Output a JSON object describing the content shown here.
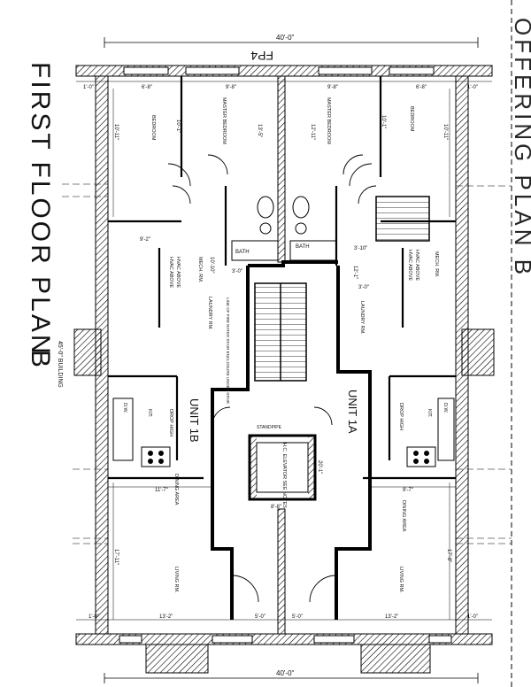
{
  "title": "FIRST FLOOR PLAN",
  "plan_letter": "B",
  "sheet_code": "FP4",
  "edge_text": "OFFERING PLAN B",
  "building_note": "45'-0\" BUILDING",
  "overall_dims": {
    "top": "40'-0\"",
    "bottom": "40'-0\""
  },
  "units": {
    "a": "UNIT 1A",
    "b": "UNIT 1B"
  },
  "rooms": {
    "bedroom_left": "BEDROOM",
    "master_left": "MASTER BEDROOM",
    "master_right": "MASTER BEDROOM",
    "bedroom_right": "BEDROOM",
    "bath_left": "BATH",
    "bath_right": "BATH",
    "mech_left": "MECH. RM.",
    "mech_right": "MECH. RM.",
    "kitchen_left": "KIT.",
    "kitchen_right": "KIT.",
    "dw_left": "D.W.",
    "dw_right": "D.W.",
    "dining_left": "DINING AREA",
    "dining_right": "DINING AREA",
    "living_left": "LIVING RM.",
    "living_right": "LIVING RM.",
    "laundry_left": "LAUNDRY RM.",
    "laundry_right": "LAUNDRY RM.",
    "elevator": "H.C. ELEVATOR SEE NOTES",
    "standpipe": "STANDPIPE",
    "hvac_left_1": "HVAC ABOVE",
    "hvac_left_2": "HVAC ABOVE",
    "hvac_right_1": "HVAC ABOVE",
    "hvac_right_2": "HVAC ABOVE",
    "drop_left": "DROP HIGH",
    "drop_right": "DROP HIGH",
    "stair_note": "LINE OF FIRE RATED STAIR ENCLOSURE UNDER STAIR"
  },
  "dims": {
    "top_left_edge": "1'-0\"",
    "top_right_edge": "1'-0\"",
    "top_bed_l": "6'-8\"",
    "top_master_l": "9'-8\"",
    "top_master_r": "9'-8\"",
    "top_bed_r": "6'-8\"",
    "bed_l_h": "10'-11\"",
    "bed_l_w": "10'-1\"",
    "master_l_h": "13'-5\"",
    "master_r_h": "12'-11\"",
    "bed_r_w": "10'-1\"",
    "bed_r_h": "10'-11\"",
    "mech_l": "9'-2\"",
    "mech_r": "3'-10\"",
    "closet_l": "10'-10\"",
    "closet_r": "12'-1\"",
    "mid_l": "3'-0\"",
    "mid_r": "3'-0\"",
    "unit_b_w": "11'-7\"",
    "unit_a_w": "9'-7\"",
    "living_l_h": "17'-11\"",
    "living_r_h": "17'-8\"",
    "bot_left_edge": "1'-0\"",
    "bot_living_l": "13'-2\"",
    "bot_hall_l": "5'-0\"",
    "bot_hall_r": "5'-0\"",
    "bot_living_r": "13'-2\"",
    "bot_right_edge": "1'-0\"",
    "corridor": "20'-1\"",
    "elev_w": "8'-8\""
  }
}
